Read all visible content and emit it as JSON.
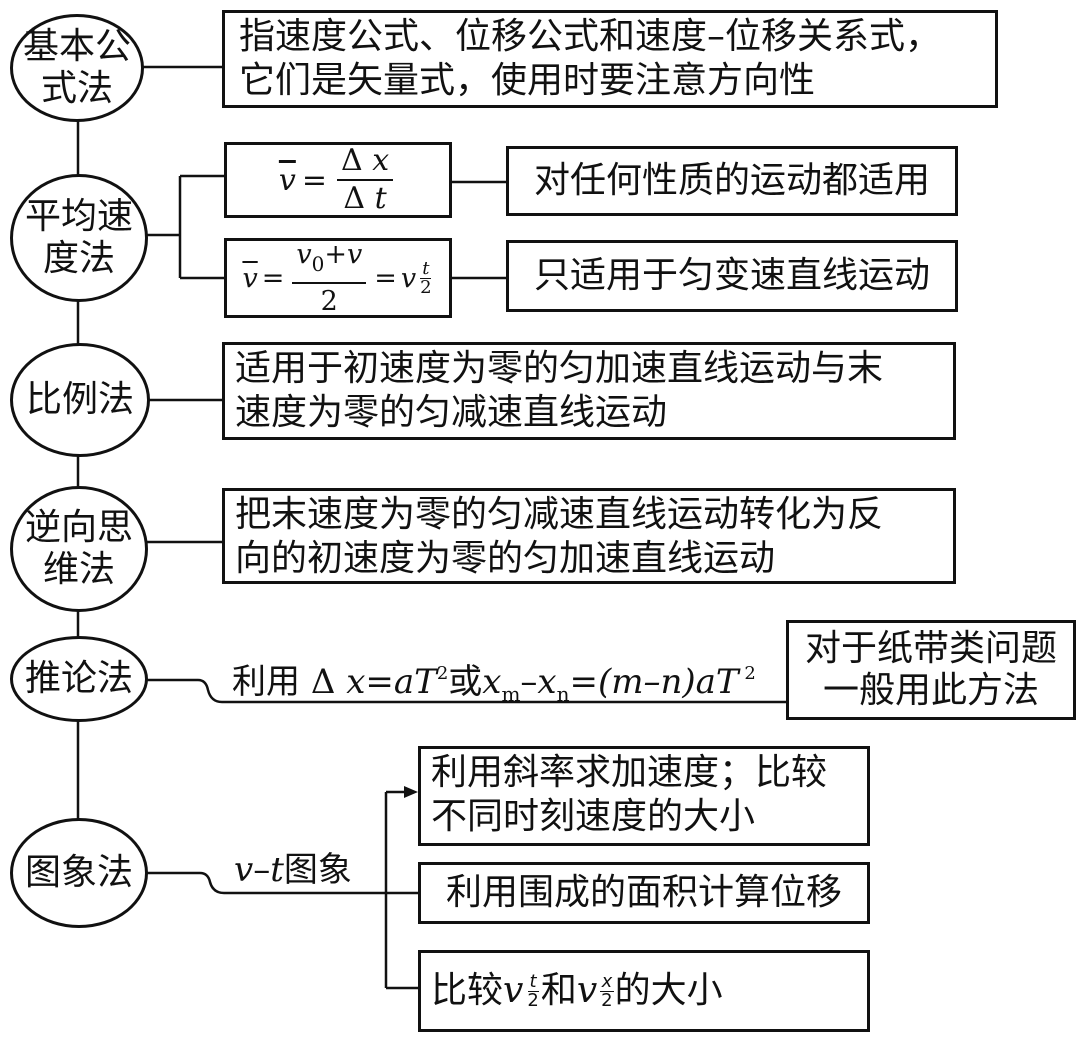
{
  "nodes": {
    "basic": [
      "基本公",
      "式法"
    ],
    "average": [
      "平均速",
      "度法"
    ],
    "ratio": [
      "比例法"
    ],
    "reverse": [
      "逆向思",
      "维法"
    ],
    "inference": [
      "推论法"
    ],
    "graph": [
      "图象法"
    ]
  },
  "boxes": {
    "basic_desc": [
      "指速度公式、位移公式和速度–位移关系式，",
      "它们是矢量式，使用时要注意方向性"
    ],
    "avg_general": "对任何性质的运动都适用",
    "avg_uniform": "只适用于匀变速直线运动",
    "ratio_desc": [
      "适用于初速度为零的匀加速直线运动与末",
      "速度为零的匀减速直线运动"
    ],
    "reverse_desc": [
      "把末速度为零的匀减速直线运动转化为反",
      "向的初速度为零的匀加速直线运动"
    ],
    "inference_desc": [
      "对于纸带类问题",
      "一般用此方法"
    ],
    "graph_slope": [
      "利用斜率求加速度；比较",
      "不同时刻速度的大小"
    ],
    "graph_area": "利用围成的面积计算位移",
    "graph_compare": {
      "prefix": "比较",
      "middle": "和",
      "suffix": "的大小"
    }
  },
  "formulas": {
    "avg_def": {
      "lhs": "v",
      "eq": "=",
      "num_delta": "Δ",
      "num_var": "x",
      "den_delta": "Δ",
      "den_var": "t"
    },
    "avg_uniform": {
      "lhs": "v",
      "eq1": "=",
      "num_a": "v",
      "num_sub": "0",
      "num_plus": "+v",
      "den": "2",
      "eq2": "=",
      "rhs": "v",
      "rhs_sub_num": "t",
      "rhs_sub_den": "2"
    }
  },
  "edge_labels": {
    "inference": {
      "prefix": "利用 ",
      "delta": "Δ",
      "expr1": "x=aT",
      "sup1": "2",
      "mid": "或",
      "x_m": "x",
      "sub_m": "m",
      "minus": "–",
      "x_n": "x",
      "sub_n": "n",
      "expr2": "=(m–n)aT",
      "sup2": " 2"
    },
    "graph": {
      "var1": "v",
      "dash": "–",
      "var2": "t",
      "suffix": "图象"
    }
  },
  "graph_compare_subs": {
    "a_num": "t",
    "a_den": "2",
    "b_num": "x",
    "b_den": "2"
  }
}
